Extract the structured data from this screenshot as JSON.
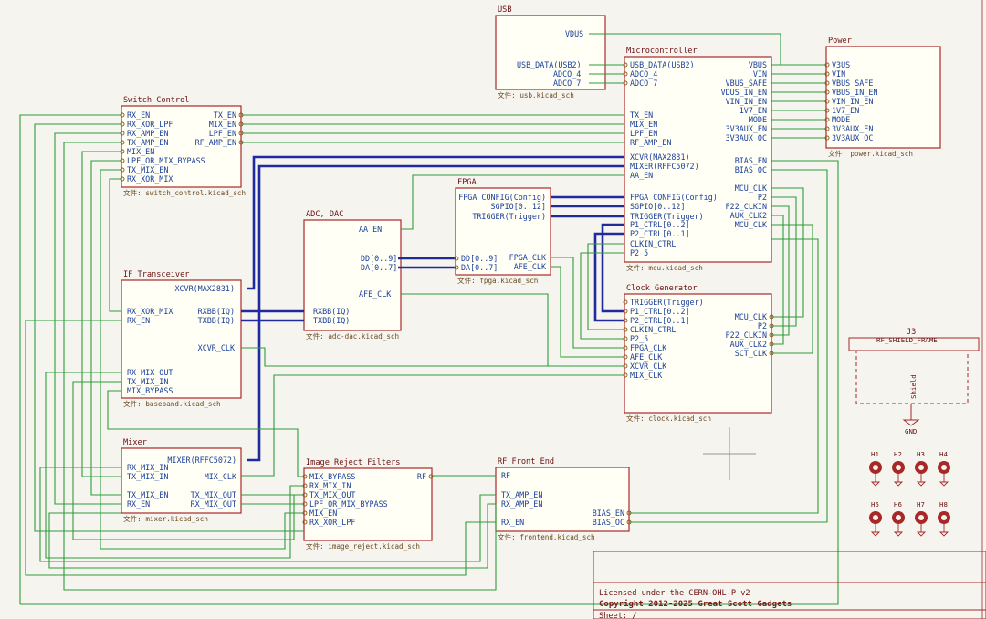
{
  "blocks": {
    "usb": {
      "title": "USB",
      "pins": {
        "vbus": "VDUS",
        "usb_data": "USB_DATA(USB2)",
        "adc0_4": "ADCO_4",
        "adc0_7": "ADCO 7"
      },
      "file": "文件: usb.kicad_sch"
    },
    "microcontroller": {
      "title": "Microcontroller",
      "left_pins": [
        "USB_DATA(USB2)",
        "ADCO_4",
        "ADCO 7",
        "TX_EN",
        "MIX_EN",
        "LPF_EN",
        "RF_AMP_EN",
        "XCVR(MAX2831)",
        "MIXER(RFFC5072)",
        "AA_EN",
        "FPGA CONFIG(Config)",
        "SGPIO[0..12]",
        "TRIGGER(Trigger)",
        "P1_CTRL[0..2]",
        "P2_CTRL[0..1]",
        "CLKIN_CTRL",
        "P2_5"
      ],
      "right_pins": [
        "VBUS",
        "VIN",
        "VBUS_SAFE",
        "VDUS_IN_EN",
        "VIN_IN_EN",
        "1V7_EN",
        "MODE",
        "3V3AUX_EN",
        "3V3AUX OC",
        "BIAS_EN",
        "BIAS OC",
        "MCU_CLK",
        "P2",
        "P22_CLKIN",
        "AUX_CLK2",
        "MCU_CLK"
      ],
      "file": "文件: mcu.kicad_sch"
    },
    "power": {
      "title": "Power",
      "pins": [
        "V3US",
        "VIN",
        "VBUS SAFE",
        "VBUS_IN_EN",
        "VIN_IN_EN",
        "1V7_EN",
        "MODE",
        "3V3AUX_EN",
        "3V3AUX OC"
      ],
      "file": "文件: power.kicad_sch"
    },
    "switch": {
      "title": "Switch Control",
      "left_pins": [
        "RX_EN",
        "RX_XOR_LPF",
        "RX_AMP_EN",
        "TX_AMP_EN",
        "MIX_EN",
        "LPF_OR_MIX_BYPASS",
        "TX_MIX_EN",
        "RX_XOR_MIX"
      ],
      "right_pins": [
        "TX_EN",
        "MIX_EN",
        "LPF_EN",
        "RF_AMP_EN"
      ],
      "file": "文件: switch_control.kicad_sch"
    },
    "fpga": {
      "title": "FPGA",
      "left_pins": [
        "DD[0..9]",
        "DA[0..7]"
      ],
      "right_pins": [
        "FPGA CONFIG(Config)",
        "SGPIO[0..12]",
        "TRIGGER(Trigger)",
        "FPGA_CLK",
        "AFE_CLK"
      ],
      "file": "文件: fpga.kicad_sch"
    },
    "adc": {
      "title": "ADC, DAC",
      "pins": [
        "AA EN",
        "DD[0..9]",
        "DA[0..7]",
        "AFE_CLK",
        "RXBB(IQ)",
        "TXBB(IQ)"
      ],
      "file": "文件: adc-dac.kicad_sch"
    },
    "if": {
      "title": "IF Transceiver",
      "left_pins": [
        "RX_XOR_MIX",
        "RX_EN",
        "RX MIX OUT",
        "TX_MIX_IN",
        "MIX_BYPASS"
      ],
      "right_pins": [
        "XCVR(MAX2831)",
        "RXBB(IQ)",
        "TXBB(IQ)",
        "XCVR_CLK"
      ],
      "file": "文件: baseband.kicad_sch"
    },
    "clock": {
      "title": "Clock Generator",
      "left_pins": [
        "TRIGGER(Trigger)",
        "P1_CTRL[0..2]",
        "P2_CTRL[0..1]",
        "CLKIN_CTRL",
        "P2_5",
        "FPGA_CLK",
        "AFE_CLK",
        "XCVR_CLK",
        "MIX_CLK"
      ],
      "right_pins": [
        "MCU_CLK",
        "P2",
        "P22_CLKIN",
        "AUX_CLK2",
        "SCT_CLK"
      ],
      "file": "文件: clock.kicad_sch"
    },
    "mixer": {
      "title": "Mixer",
      "left_pins": [
        "RX_MIX_IN",
        "TX_MIX_IN",
        "TX_MIX_EN",
        "RX_EN"
      ],
      "right_pins": [
        "MIXER(RFFC5072)",
        "MIX_CLK",
        "TX_MIX_OUT",
        "RX_MIX_OUT"
      ],
      "file": "文件: mixer.kicad_sch"
    },
    "irf": {
      "title": "Image Reject Filters",
      "left_pins": [
        "MIX_BYPASS",
        "RX_MIX_IN",
        "TX_MIX_OUT",
        "LPF_OR_MIX_BYPASS",
        "MIX_EN",
        "RX_XOR_LPF"
      ],
      "right_pins": [
        "RF"
      ],
      "file": "文件: image_reject.kicad_sch"
    },
    "frontend": {
      "title": "RF Front End",
      "left_pins": [
        "RF",
        "TX_AMP_EN",
        "RX_AMP_EN",
        "RX_EN"
      ],
      "right_pins": [
        "BIAS_EN",
        "BIAS_OC"
      ],
      "file": "文件: frontend.kicad_sch"
    }
  },
  "connector": {
    "ref": "J3",
    "value": "RF_SHIELD_FRAME",
    "pin": "Shield",
    "gnd": "GND"
  },
  "holes": [
    "H1",
    "H2",
    "H3",
    "H4",
    "H5",
    "H6",
    "H7",
    "H8"
  ],
  "title_block": {
    "license": "Licensed under the CERN-OHL-P v2",
    "copyright": "Copyright 2012-2025 Great Scott Gadgets",
    "sheet": "Sheet: /"
  },
  "colors": {
    "block": "#a82828",
    "wire": "#2e9c3a",
    "bus": "#1f2a9e",
    "background": "#f5f4ef"
  }
}
